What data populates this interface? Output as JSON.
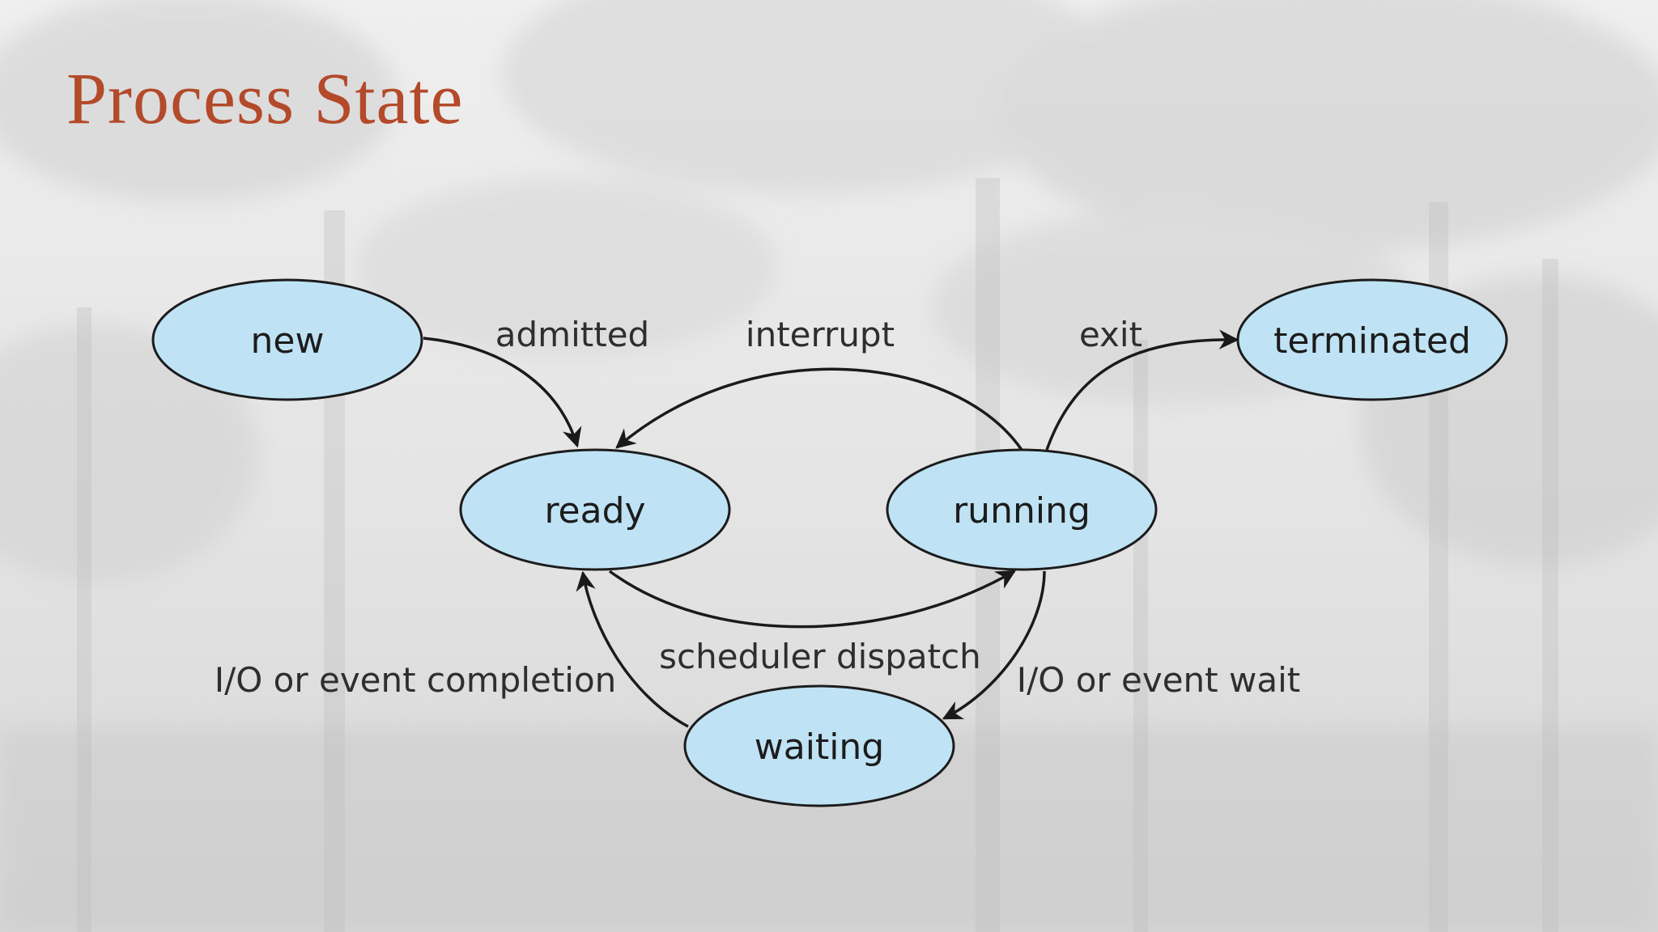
{
  "slide": {
    "title": "Process State"
  },
  "colors": {
    "title": "#b34a2a",
    "state_fill": "#bfe3f4",
    "state_stroke": "#1c1c1c",
    "edge": "#1a1a1a",
    "background": "#e6e6e6"
  },
  "diagram": {
    "states": [
      {
        "id": "new",
        "label": "new"
      },
      {
        "id": "ready",
        "label": "ready"
      },
      {
        "id": "running",
        "label": "running"
      },
      {
        "id": "waiting",
        "label": "waiting"
      },
      {
        "id": "terminated",
        "label": "terminated"
      }
    ],
    "transitions": [
      {
        "from": "new",
        "to": "ready",
        "label": "admitted"
      },
      {
        "from": "running",
        "to": "ready",
        "label": "interrupt"
      },
      {
        "from": "running",
        "to": "terminated",
        "label": "exit"
      },
      {
        "from": "ready",
        "to": "running",
        "label": "scheduler dispatch"
      },
      {
        "from": "waiting",
        "to": "ready",
        "label": "I/O or event completion"
      },
      {
        "from": "running",
        "to": "waiting",
        "label": "I/O or event wait"
      }
    ]
  }
}
